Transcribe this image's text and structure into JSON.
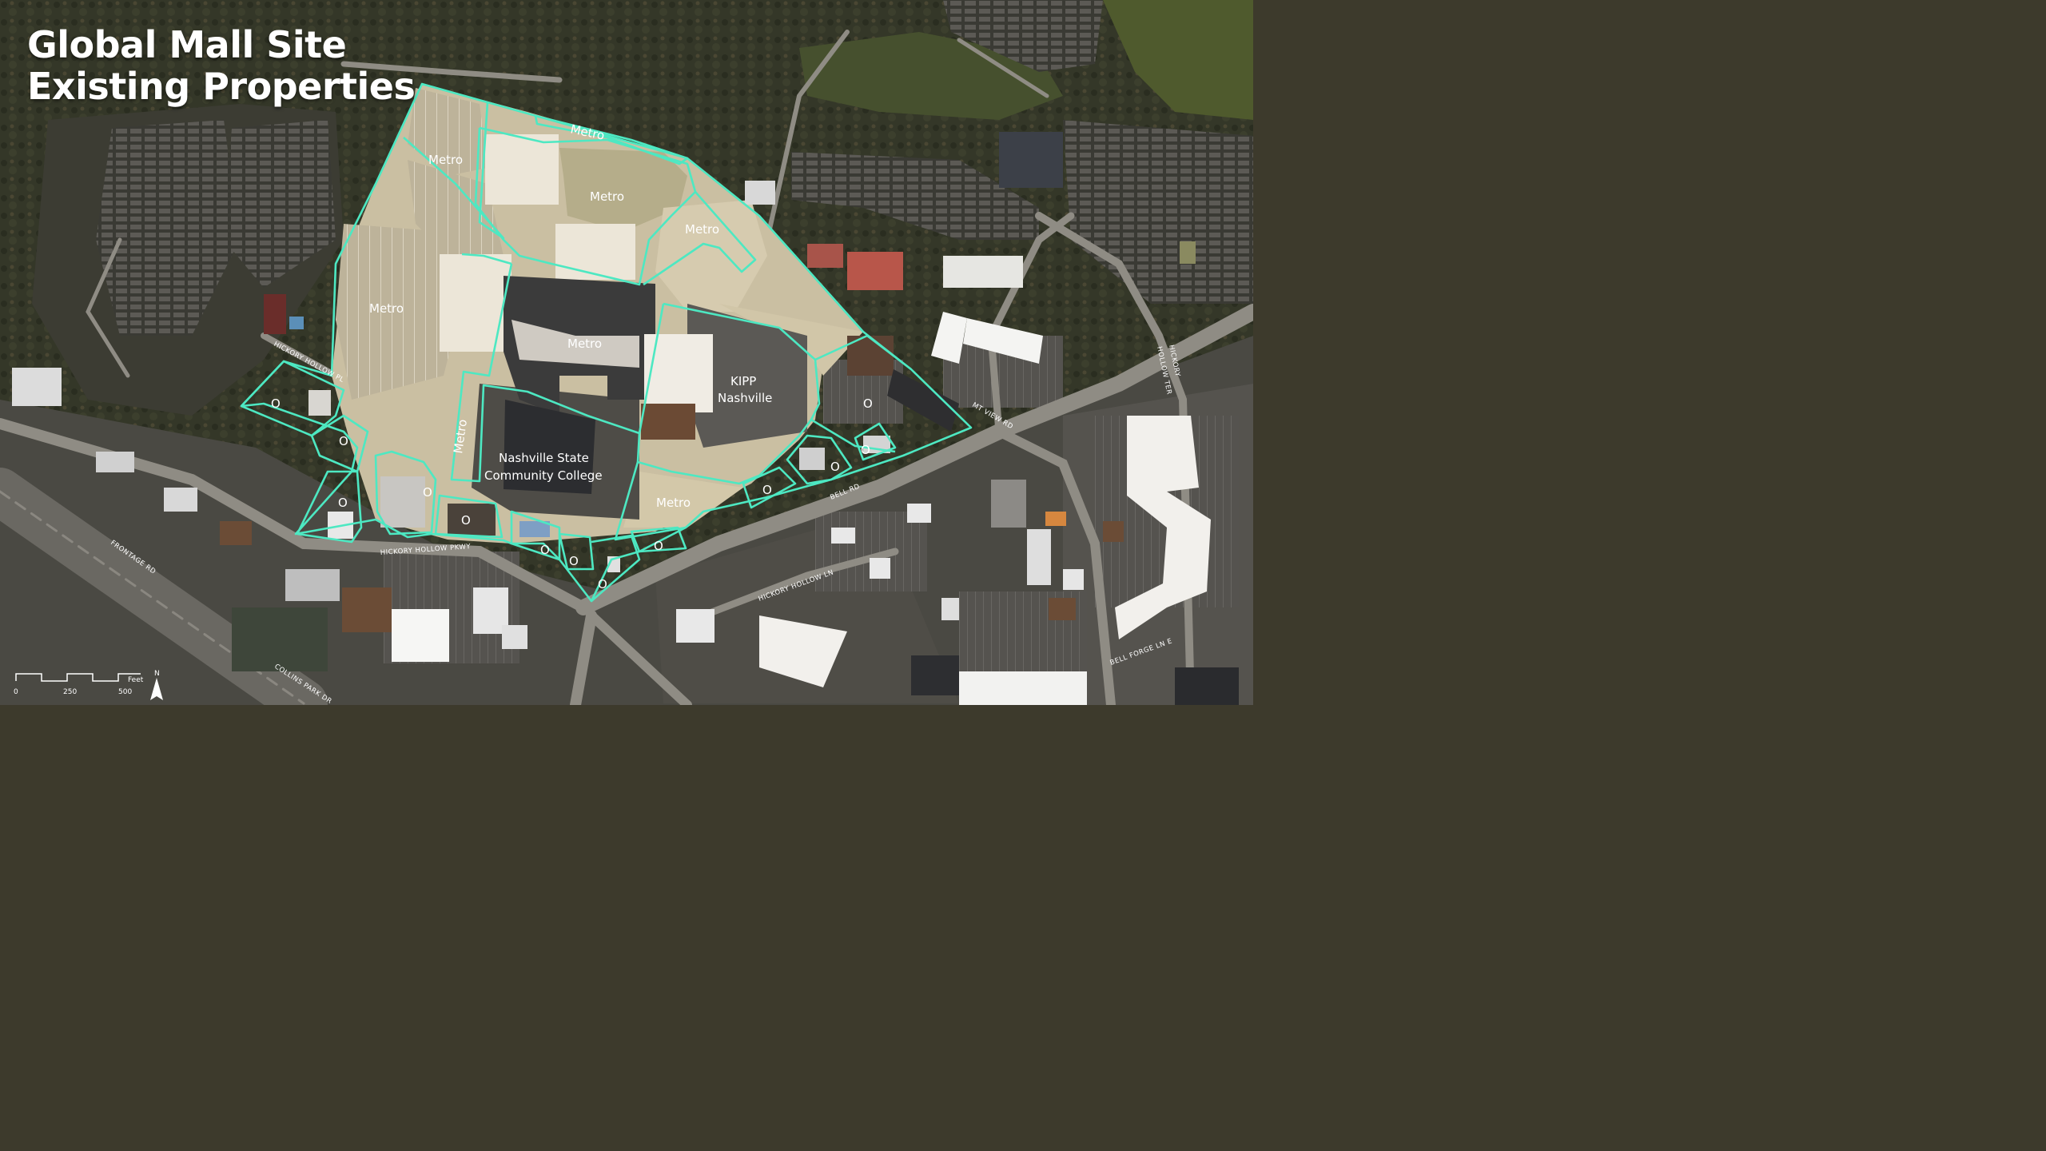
{
  "title": {
    "line1": "Global Mall Site",
    "line2": "Existing Properties"
  },
  "parcel_labels": {
    "metro_north": "Metro",
    "metro_nw": "Metro",
    "metro_center_top": "Metro",
    "metro_ne": "Metro",
    "metro_west": "Metro",
    "metro_mall": "Metro",
    "metro_strip": "Metro",
    "metro_south": "Metro",
    "kipp_line1": "KIPP",
    "kipp_line2": "Nashville",
    "nscc_line1": "Nashville State",
    "nscc_line2": "Community College",
    "o": "O"
  },
  "streets": {
    "hickory_hollow_pl": "HICKORY HOLLOW PL",
    "hickory_hollow_pkwy": "HICKORY HOLLOW PKWY",
    "frontage_rd": "FRONTAGE RD",
    "collins_park_dr": "COLLINS PARK DR",
    "bell_rd": "BELL RD",
    "mt_view_rd": "MT VIEW RD",
    "hickory_hollow_ln": "HICKORY HOLLOW LN",
    "hickory_hollow_ter_1": "HICKORY",
    "hickory_hollow_ter_2": "HOLLOW TER",
    "bell_forge_ln_e": "BELL FORGE LN E"
  },
  "scale_bar": {
    "tick_0": "0",
    "tick_1": "250",
    "tick_2": "500",
    "unit": "Feet",
    "north": "N"
  },
  "colors": {
    "parcel_outline": "#4de8c2",
    "forest": "#333826",
    "site_fill": "#c9bd9f",
    "road": "#8f8c84"
  }
}
